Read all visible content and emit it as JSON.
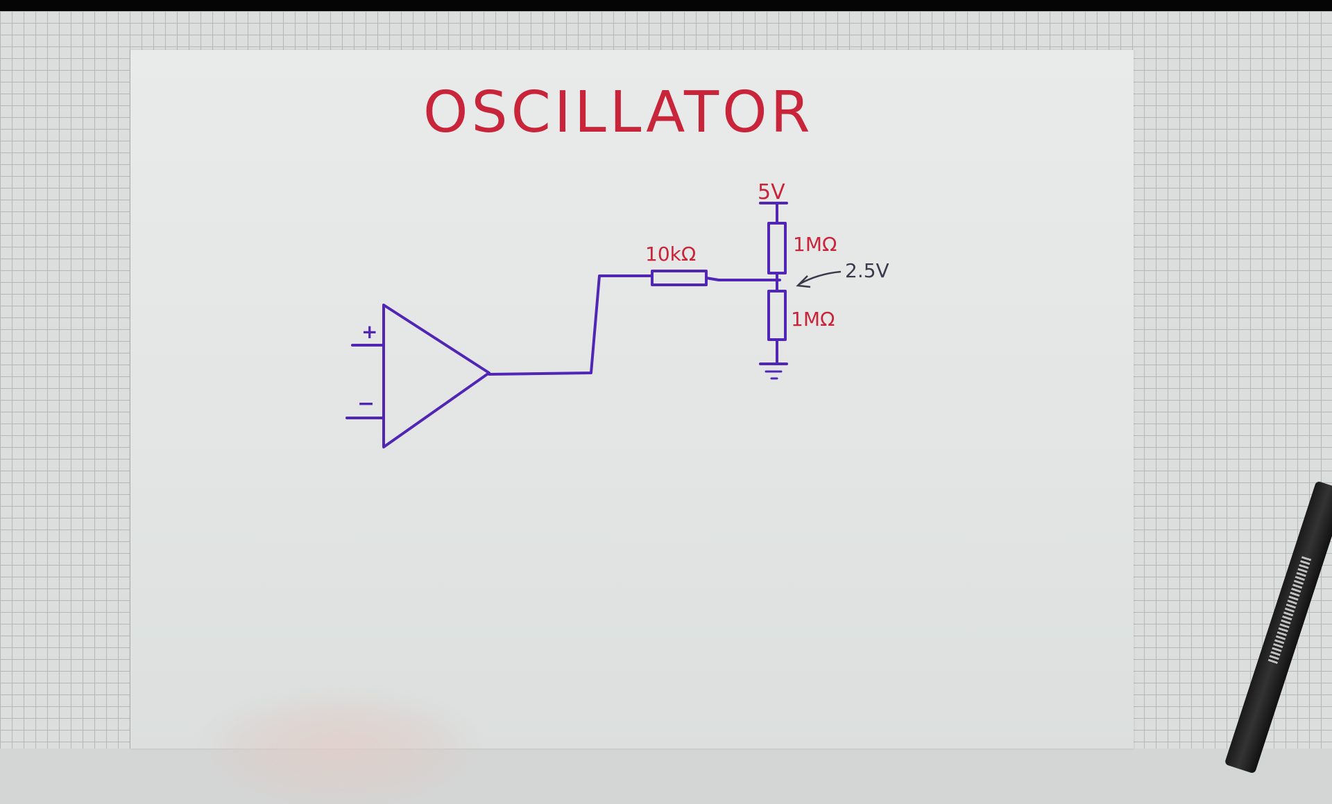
{
  "title": "OSCILLATOR",
  "circuit": {
    "opamp": {
      "plus_sign": "+",
      "minus_sign": "−"
    },
    "series_resistor": {
      "value": "10kΩ"
    },
    "supply": {
      "voltage": "5V"
    },
    "divider_top": {
      "value": "1MΩ"
    },
    "divider_bottom": {
      "value": "1MΩ"
    },
    "midpoint": {
      "voltage": "2.5V"
    }
  },
  "colors": {
    "title_ink": "#c8243a",
    "label_ink": "#c8243a",
    "wire_ink": "#5126b4",
    "annotation_ink": "#3a3a4a"
  }
}
